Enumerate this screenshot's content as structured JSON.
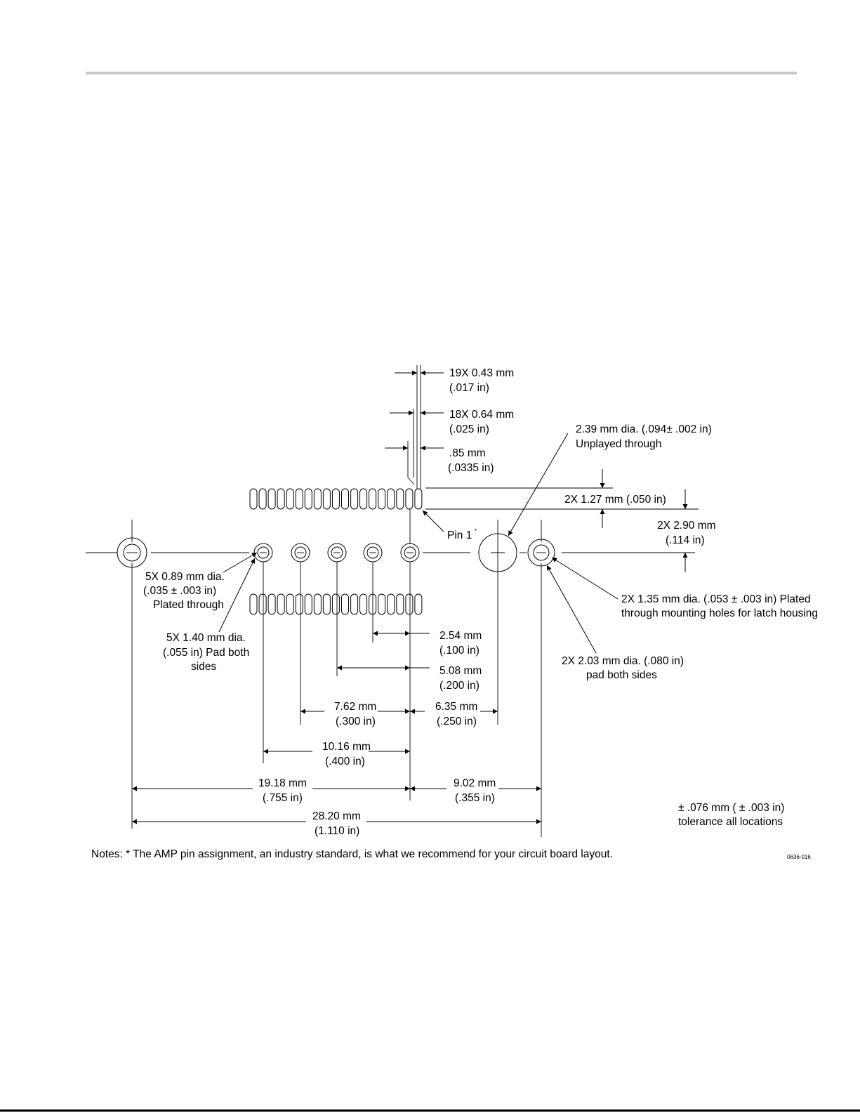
{
  "figure_id": "0636-016",
  "dimensions": {
    "d19x": [
      "19X 0.43 mm",
      "(.017 in)"
    ],
    "d18x": [
      "18X 0.64 mm",
      "(.025 in)"
    ],
    "d085": [
      ".85 mm",
      "(.0335 in)"
    ],
    "unplayed": [
      "2.39 mm dia. (.094± .002 in)",
      "Unplayed through"
    ],
    "d127": "2X 1.27 mm (.050 in)",
    "d290": [
      "2X 2.90 mm",
      "(.114 in)"
    ],
    "pin1": "Pin 1",
    "pin1_mark": "*",
    "d089": [
      "5X 0.89 mm dia.",
      "(.035 ± .003 in)",
      "Plated through"
    ],
    "d140": [
      "5X 1.40 mm dia.",
      "(.055 in) Pad both",
      "sides"
    ],
    "d135": [
      "2X 1.35 mm dia. (.053 ± .003 in) Plated",
      "through mounting holes for latch housing"
    ],
    "d203": [
      "2X 2.03 mm dia. (.080 in)",
      "pad both sides"
    ],
    "d254": [
      "2.54 mm",
      "(.100 in)"
    ],
    "d508": [
      "5.08 mm",
      "(.200 in)"
    ],
    "d762": [
      "7.62 mm",
      "(.300 in)"
    ],
    "d635": [
      "6.35 mm",
      "(.250 in)"
    ],
    "d1016": [
      "10.16 mm",
      "(.400 in)"
    ],
    "d1918": [
      "19.18 mm",
      "(.755 in)"
    ],
    "d902": [
      "9.02 mm",
      "(.355 in)"
    ],
    "d2820": [
      "28.20 mm",
      "(1.110 in)"
    ],
    "tolerance": [
      "± .076 mm (  ± .003 in)",
      "tolerance all locations"
    ]
  },
  "notes": "Notes: * The AMP pin assignment, an industry standard, is what we recommend for your circuit board layout."
}
